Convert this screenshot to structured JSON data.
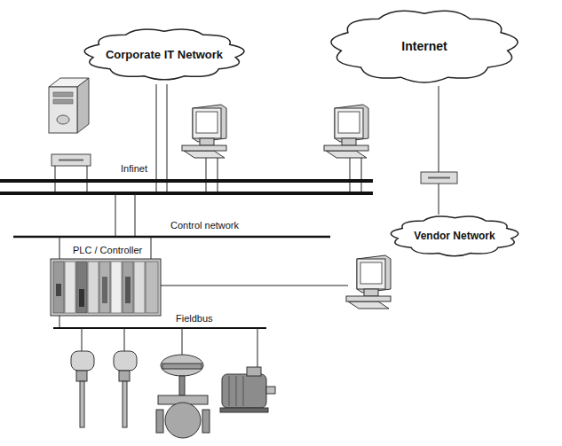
{
  "diagram": {
    "nodes": [
      {
        "text": [
          "Corporate IT Network"
        ]
      },
      {
        "text": [
          "Internet"
        ]
      },
      {
        "text": [
          "Vendor Network"
        ]
      }
    ],
    "edges": [
      {
        "from": 1,
        "to": 2,
        "arrow": "none"
      }
    ],
    "labels": [
      "Infinet",
      "Control network",
      "PLC / Controller",
      "Fieldbus"
    ]
  }
}
